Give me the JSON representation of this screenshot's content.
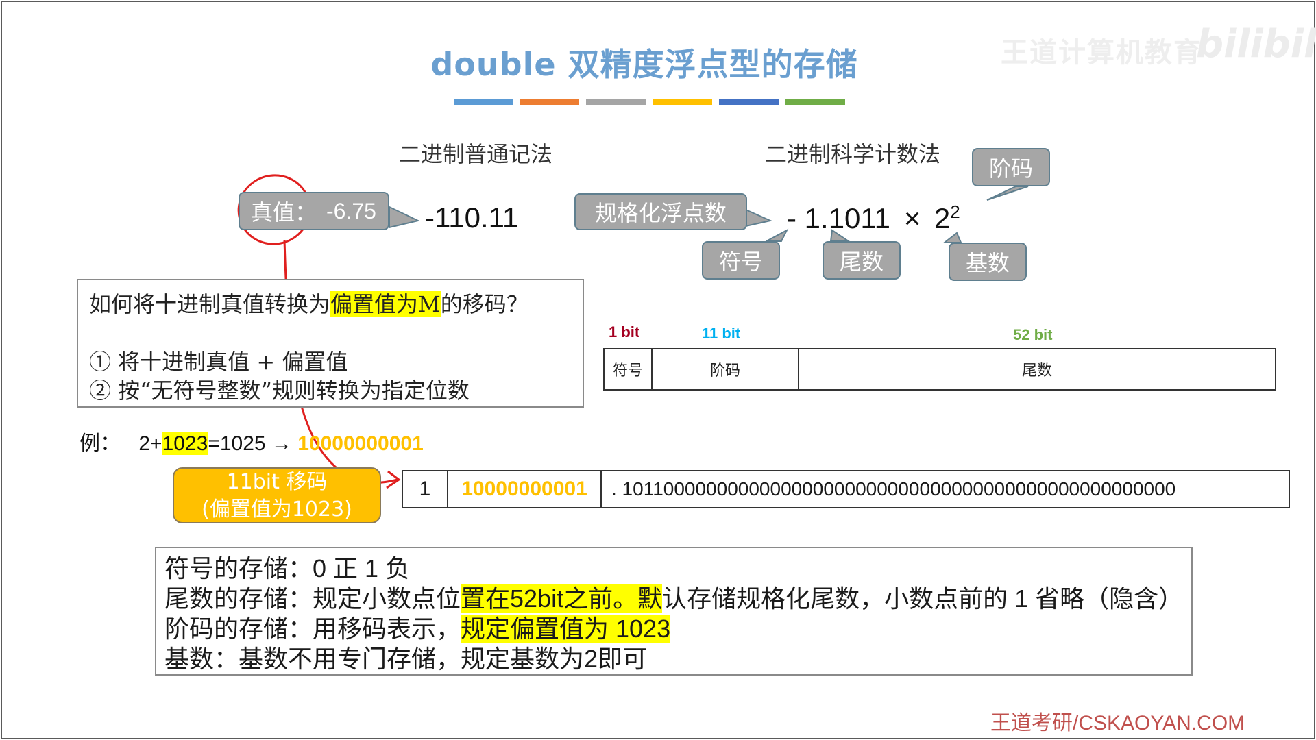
{
  "title": "double 双精度浮点型的存储",
  "title_bar_colors": [
    "#5b9bd5",
    "#ed7d31",
    "#a5a5a5",
    "#ffc000",
    "#4472c4",
    "#70ad47"
  ],
  "watermark": {
    "text": "王道计算机教育",
    "logo": "bilibili"
  },
  "binary_normal": {
    "heading": "二进制普通记法",
    "true_value_label": "真值：",
    "true_value": "-6.75",
    "binary_value": "-110.11"
  },
  "binary_scientific": {
    "heading": "二进制科学计数法",
    "normalized_label": "规格化浮点数",
    "sign": "-",
    "mantissa": "1.1011",
    "times": "×",
    "base": "2",
    "exponent": "2",
    "exponent_label": "阶码",
    "sign_label": "符号",
    "mantissa_label": "尾数",
    "base_label": "基数"
  },
  "conversion_box": {
    "question_prefix": "如何将十进制真值转换为",
    "question_highlight": "偏置值为M",
    "question_suffix": "的移码？",
    "step1": "① 将十进制真值 + 偏置值",
    "step2": "② 按“无符号整数”规则转换为指定位数"
  },
  "format_layout": {
    "bits": [
      {
        "label": "1 bit",
        "color": "#a50021"
      },
      {
        "label": "11 bit",
        "color": "#00b0f0"
      },
      {
        "label": "52 bit",
        "color": "#70ad47"
      }
    ],
    "fields": [
      "符号",
      "阶码",
      "尾数"
    ]
  },
  "example": {
    "prefix": "例：",
    "expr_a": "2+",
    "expr_highlight": "1023",
    "expr_b": "=1025 →",
    "result": "10000000001",
    "result_color": "#ffc000"
  },
  "exponent_callout": {
    "line1": "11bit 移码",
    "line2": "(偏置值为1023)"
  },
  "stored_bits": {
    "sign": "1",
    "exponent": "10000000001",
    "mantissa": ". 1011000000000000000000000000000000000000000000000000"
  },
  "summary": {
    "sign_storage": "符号的存储：0 正 1 负",
    "mantissa_prefix": "尾数的存储：规定小数点位",
    "mantissa_highlight": "置在52bit之前。默",
    "mantissa_suffix": "认存储规格化尾数，小数点前的 1 省略（隐含）",
    "exponent_prefix": "阶码的存储：用移码表示，",
    "exponent_highlight": "规定偏置值为 1023",
    "base_storage": "基数：基数不用专门存储，规定基数为2即可"
  },
  "footer": "王道考研/CSKAOYAN.COM"
}
